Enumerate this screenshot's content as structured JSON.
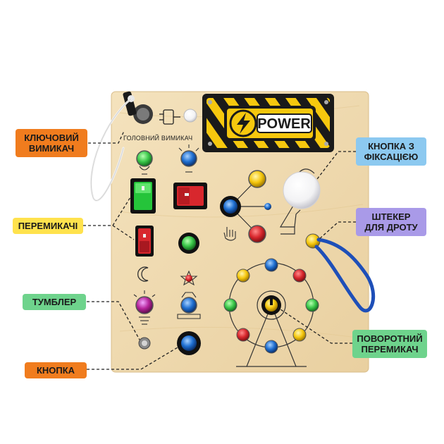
{
  "image": {
    "description_labels": {
      "key_switch": "КЛЮЧОВИЙ\nВИМИКАЧ",
      "switches": "ПЕРЕМИКАЧІ",
      "toggle": "ТУМБЛЕР",
      "button": "КНОПКА",
      "latch_button": "КНОПКА З\nФІКСАЦІЄЮ",
      "wire_plug": "ШТЕКЕР\nДЛЯ ДРОТУ",
      "rotary_switch": "ПОВОРОТНИЙ\nПЕРЕМИКАЧ"
    },
    "board": {
      "main_switch_caption": "ГОЛОВНИЙ ВИМИКАЧ",
      "power_sign": "POWER"
    },
    "colors": {
      "wood": "#f1dcb4",
      "red": "#d8272d",
      "green": "#3bc84a",
      "blue": "#1f6fd1",
      "yellow": "#f6c80e",
      "orange_label": "#f07c1e",
      "yellow_label": "#ffe24d",
      "green_label": "#6ed38c",
      "blue_label": "#8cc9f0",
      "purple_label": "#a99ae8",
      "wire_blue": "#1e4fb8"
    }
  }
}
